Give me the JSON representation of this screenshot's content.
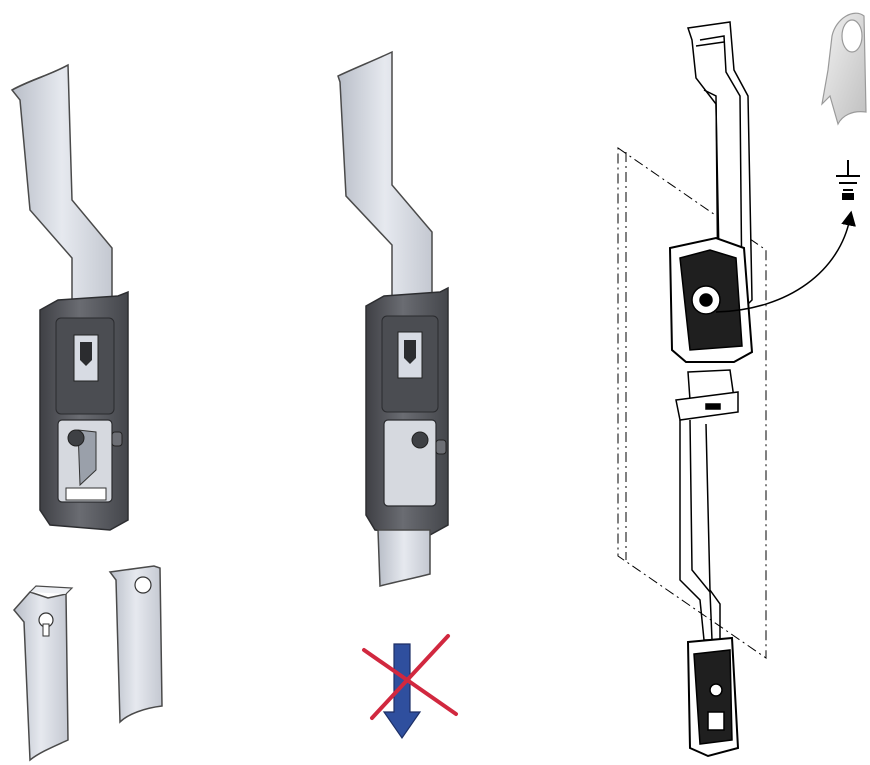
{
  "figure": {
    "panels": [
      {
        "id": "bracket-with-strap",
        "description_icon": "latch-bracket-icon"
      },
      {
        "id": "bracket-strap-pushed",
        "description_icon": "latch-bracket-icon"
      },
      {
        "id": "assembly-exploded",
        "description_icon": "latch-assembly-icon"
      }
    ],
    "tags": [
      {
        "shape": "keyhole-tab",
        "icon": "keyhole-tab-icon"
      },
      {
        "shape": "round-hole-tab",
        "icon": "round-hole-tab-icon"
      }
    ],
    "prohibition": {
      "icon": "prohibited-direction-icon",
      "arrow_color": "#2f4f9e",
      "cross_color": "#d1283f"
    },
    "ground": {
      "icon": "ground-symbol-icon",
      "clip_icon": "grounding-clip-icon"
    },
    "colors": {
      "strap_fill": "#d7dbe3",
      "strap_stroke": "#4a4a4a",
      "bracket_fill": "#5b5d63",
      "bracket_dark": "#3a3b3f",
      "line": "#000000"
    }
  }
}
